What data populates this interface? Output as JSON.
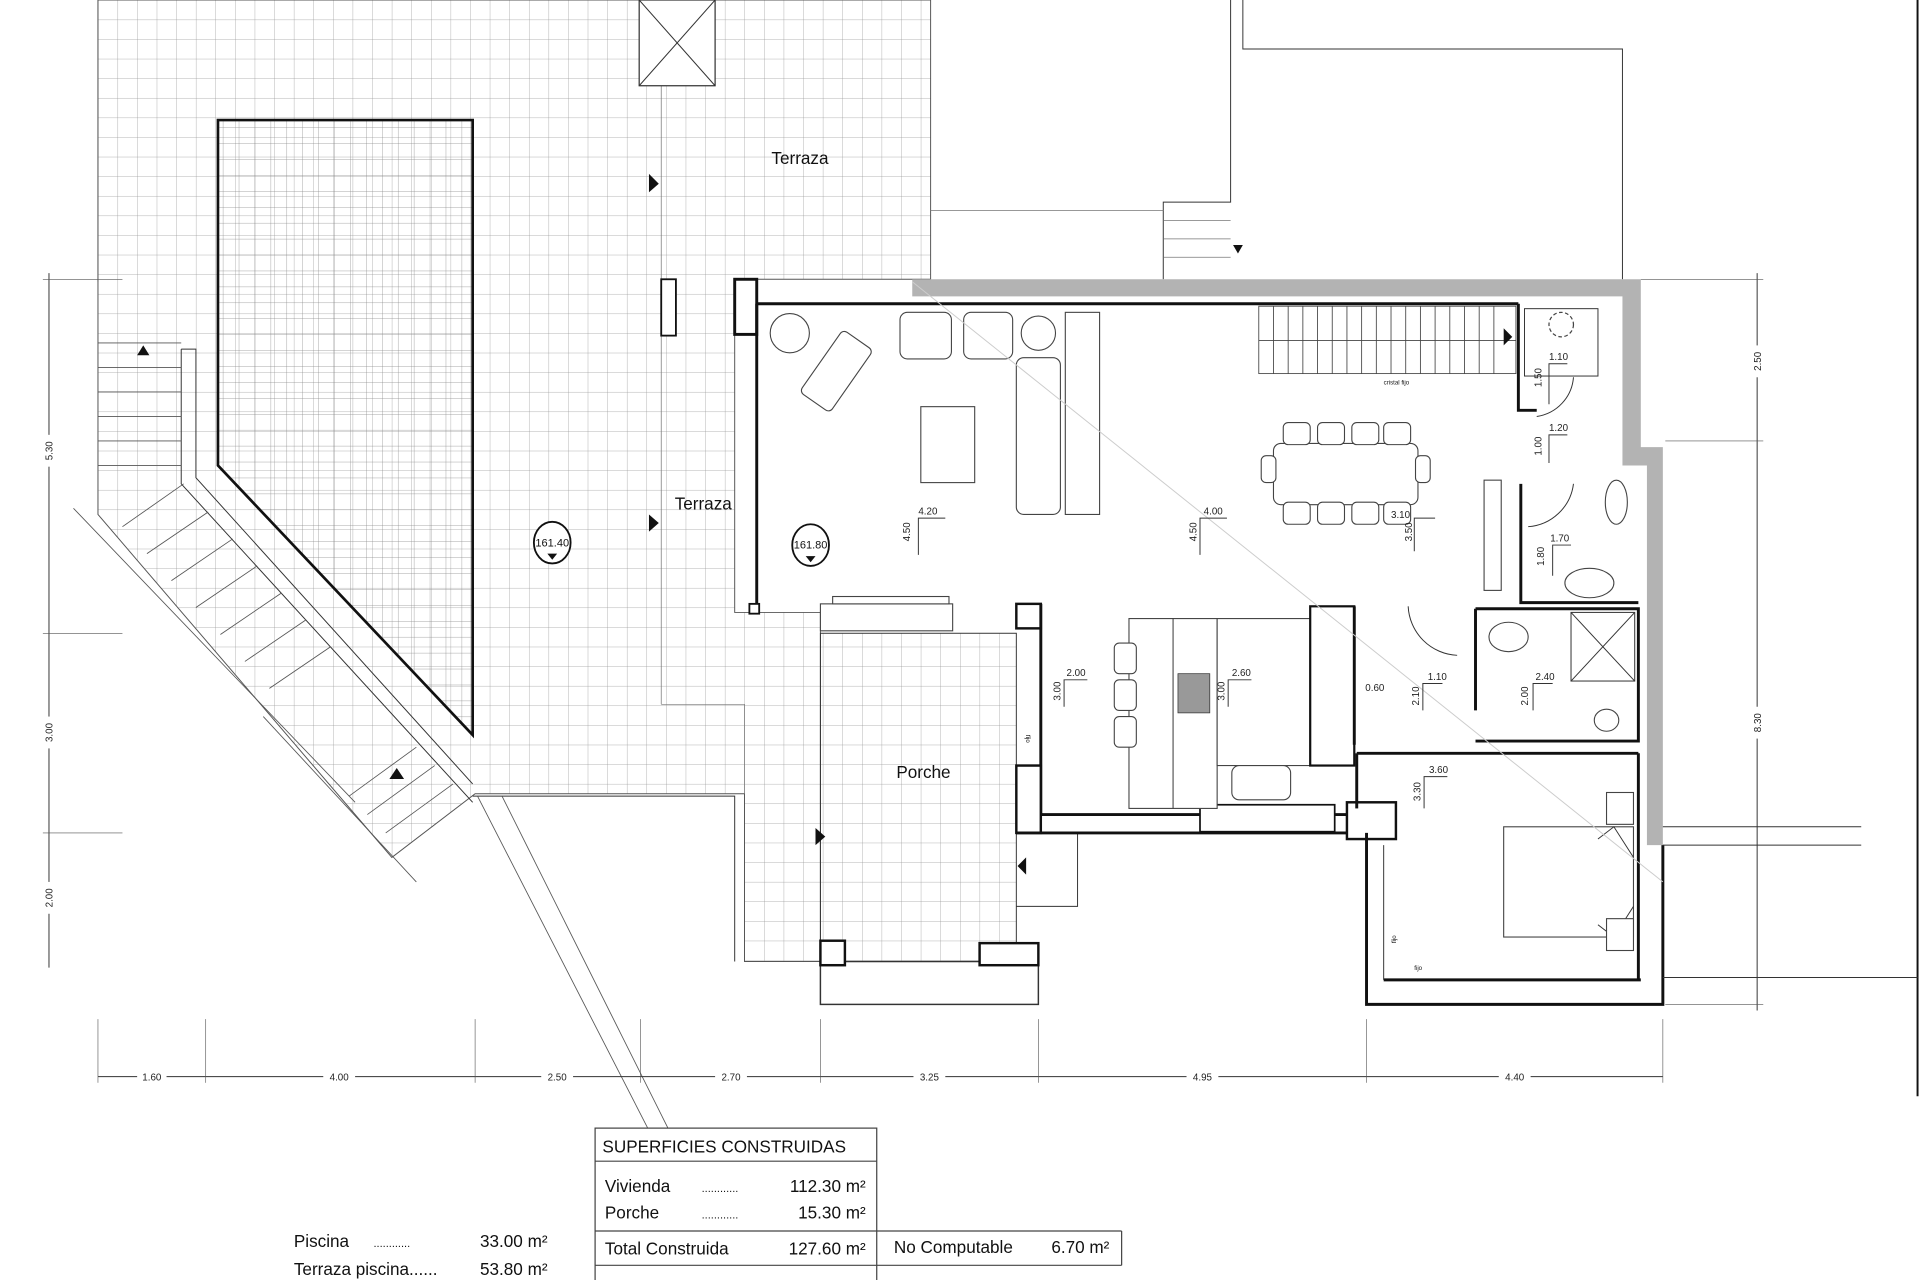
{
  "plan": {
    "labels": {
      "terraza_top": "Terraza",
      "terraza_mid": "Terraza",
      "porche": "Porche",
      "level_pool": "161.40",
      "level_house": "161.80",
      "stair_note": "cristal fijo",
      "fixed_1": "fijo",
      "fixed_2": "fijo",
      "fixed_3": "fijo"
    },
    "room_dims": [
      {
        "w": "4.20",
        "h": "4.50"
      },
      {
        "w": "4.00",
        "h": "4.50"
      },
      {
        "w": "3.10",
        "h": "3.50"
      },
      {
        "w": "1.10",
        "h": "1.50"
      },
      {
        "w": "1.20",
        "h": "1.00"
      },
      {
        "w": "1.70",
        "h": "1.80"
      },
      {
        "w": "2.00",
        "h": "3.00"
      },
      {
        "w": "2.60",
        "h": "3.00"
      },
      {
        "w": "0.60",
        "h": ""
      },
      {
        "w": "1.10",
        "h": "2.10"
      },
      {
        "w": "2.40",
        "h": "2.00"
      },
      {
        "w": "3.60",
        "h": "3.30"
      }
    ],
    "bottom_dims": [
      "1.60",
      "4.00",
      "2.50",
      "2.70",
      "3.25",
      "4.95",
      "4.40"
    ],
    "left_dims": [
      "5.30",
      "3.00",
      "2.00"
    ],
    "right_dims": [
      "2.50",
      "8.30"
    ],
    "colors": {
      "wall": "#111111",
      "exterior_wall_band": "#b3b3b3",
      "tile_grid": "#9a9a9a"
    }
  },
  "summary": {
    "title": "SUPERFICIES CONSTRUIDAS",
    "rows": [
      {
        "label": "Vivienda",
        "dots": "............",
        "value": "112.30 m²"
      },
      {
        "label": "Porche",
        "dots": "............",
        "value": "15.30 m²"
      }
    ],
    "total": {
      "label": "Total Construida",
      "value": "127.60 m²"
    },
    "non_computable": {
      "label": "No Computable",
      "value": "6.70 m²"
    },
    "pool": [
      {
        "label": "Piscina",
        "dots": "............",
        "value": "33.00 m²"
      },
      {
        "label": "Terraza piscina......",
        "dots": "",
        "value": "53.80 m²"
      }
    ]
  }
}
